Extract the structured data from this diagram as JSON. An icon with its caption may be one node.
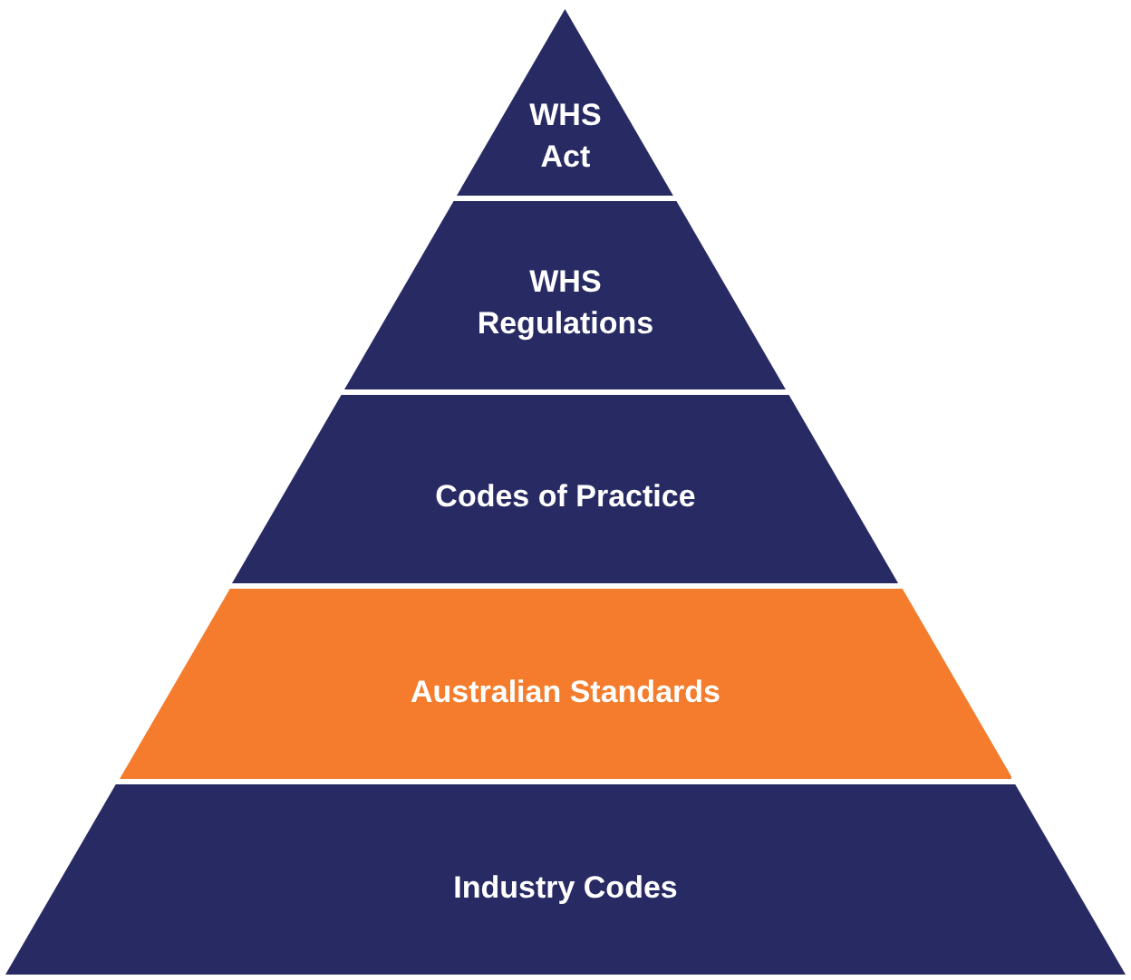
{
  "diagram": {
    "nodes": [
      {
        "text": [
          "WHS Act"
        ]
      },
      {
        "text": [
          "WHS Regulations"
        ]
      },
      {
        "text": [
          "Codes of Practice"
        ]
      },
      {
        "text": [
          "Australian Standards"
        ]
      },
      {
        "text": [
          "Industry Codes"
        ]
      }
    ]
  }
}
